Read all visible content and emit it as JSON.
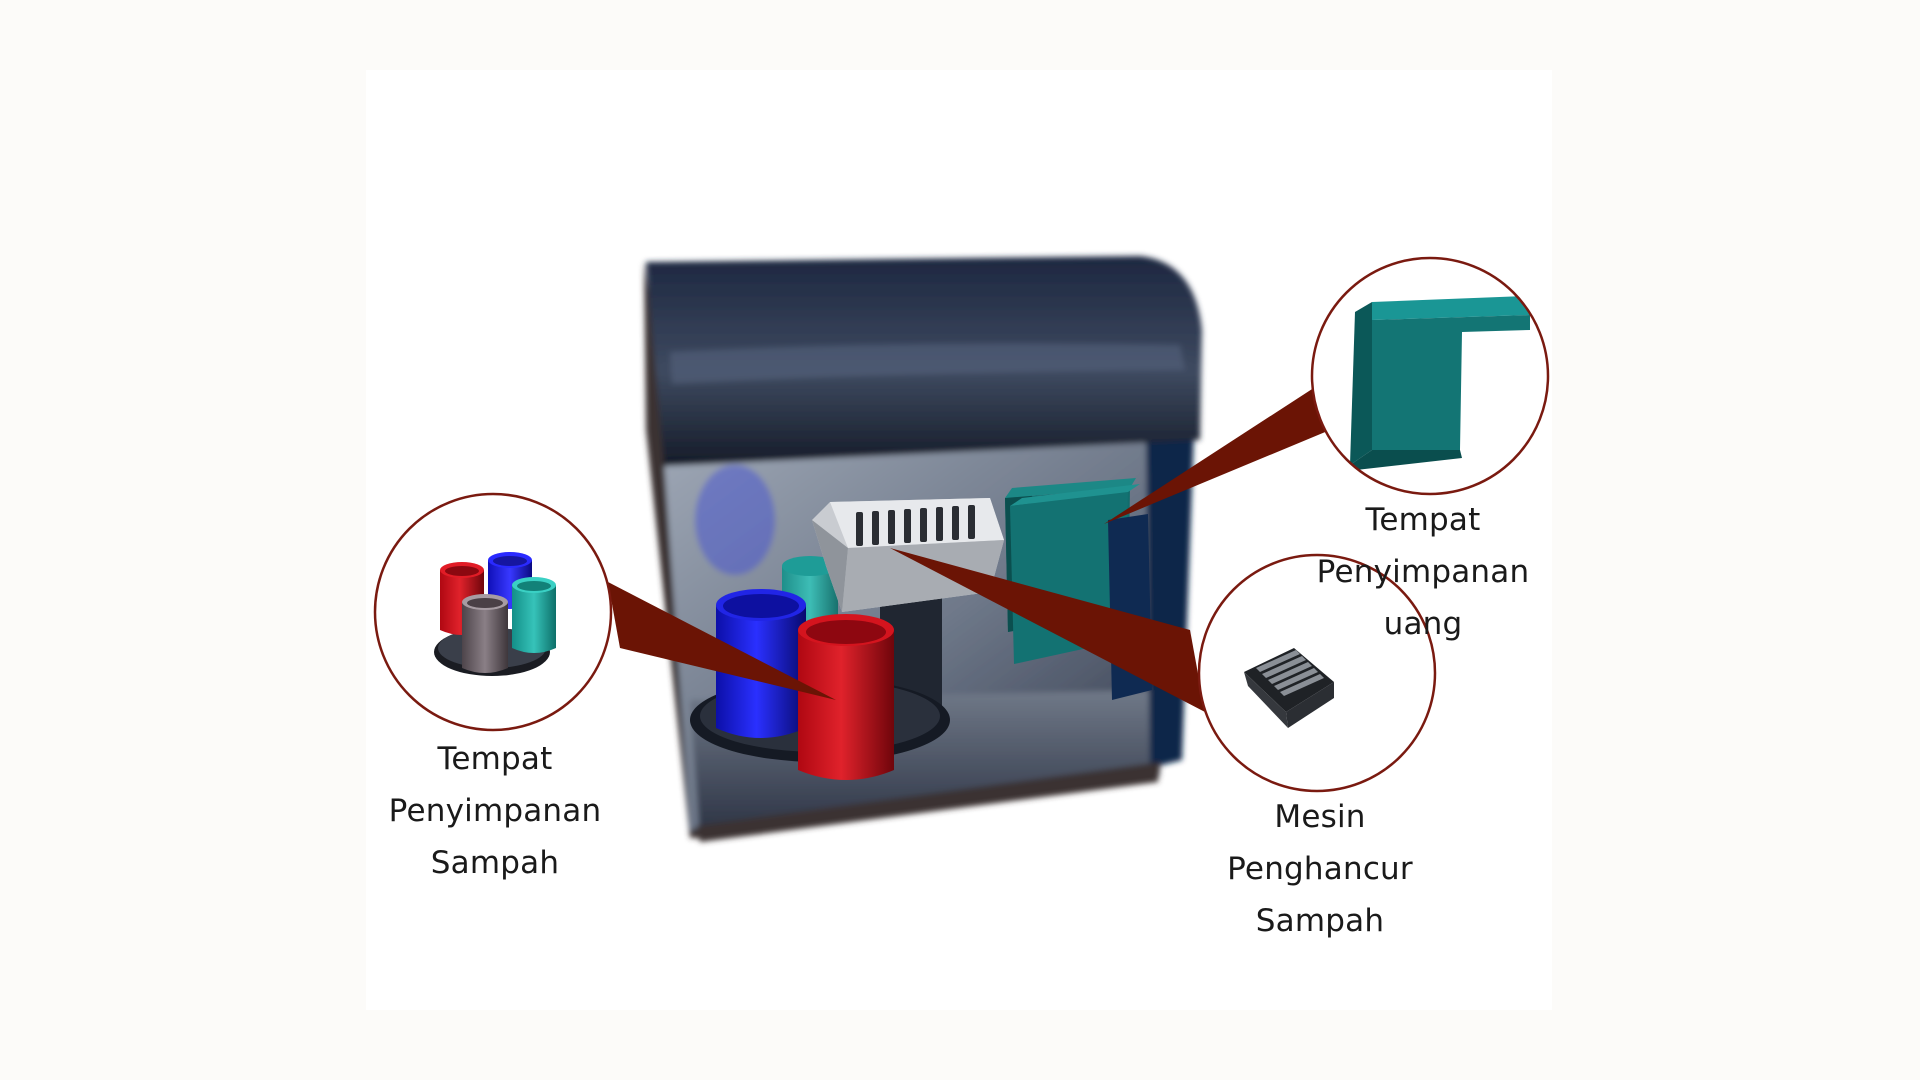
{
  "diagram": {
    "callouts": [
      {
        "id": "trash-storage",
        "label": "Tempat\nPenyimpanan\nSampah"
      },
      {
        "id": "money-storage",
        "label": "Tempat\nPenyimpanan\nuang"
      },
      {
        "id": "trash-shredder",
        "label": "Mesin\nPenghancur\nSampah"
      }
    ]
  },
  "colors": {
    "callout_ring": "#7a1a10",
    "callout_pointer": "#6b1405",
    "cabinet_dark": "#1b2333",
    "teal": "#0f6e6e",
    "bin_red": "#c0101a",
    "bin_blue": "#1818d8",
    "bin_gray": "#6b5f66",
    "bin_teal": "#1aa49c"
  }
}
